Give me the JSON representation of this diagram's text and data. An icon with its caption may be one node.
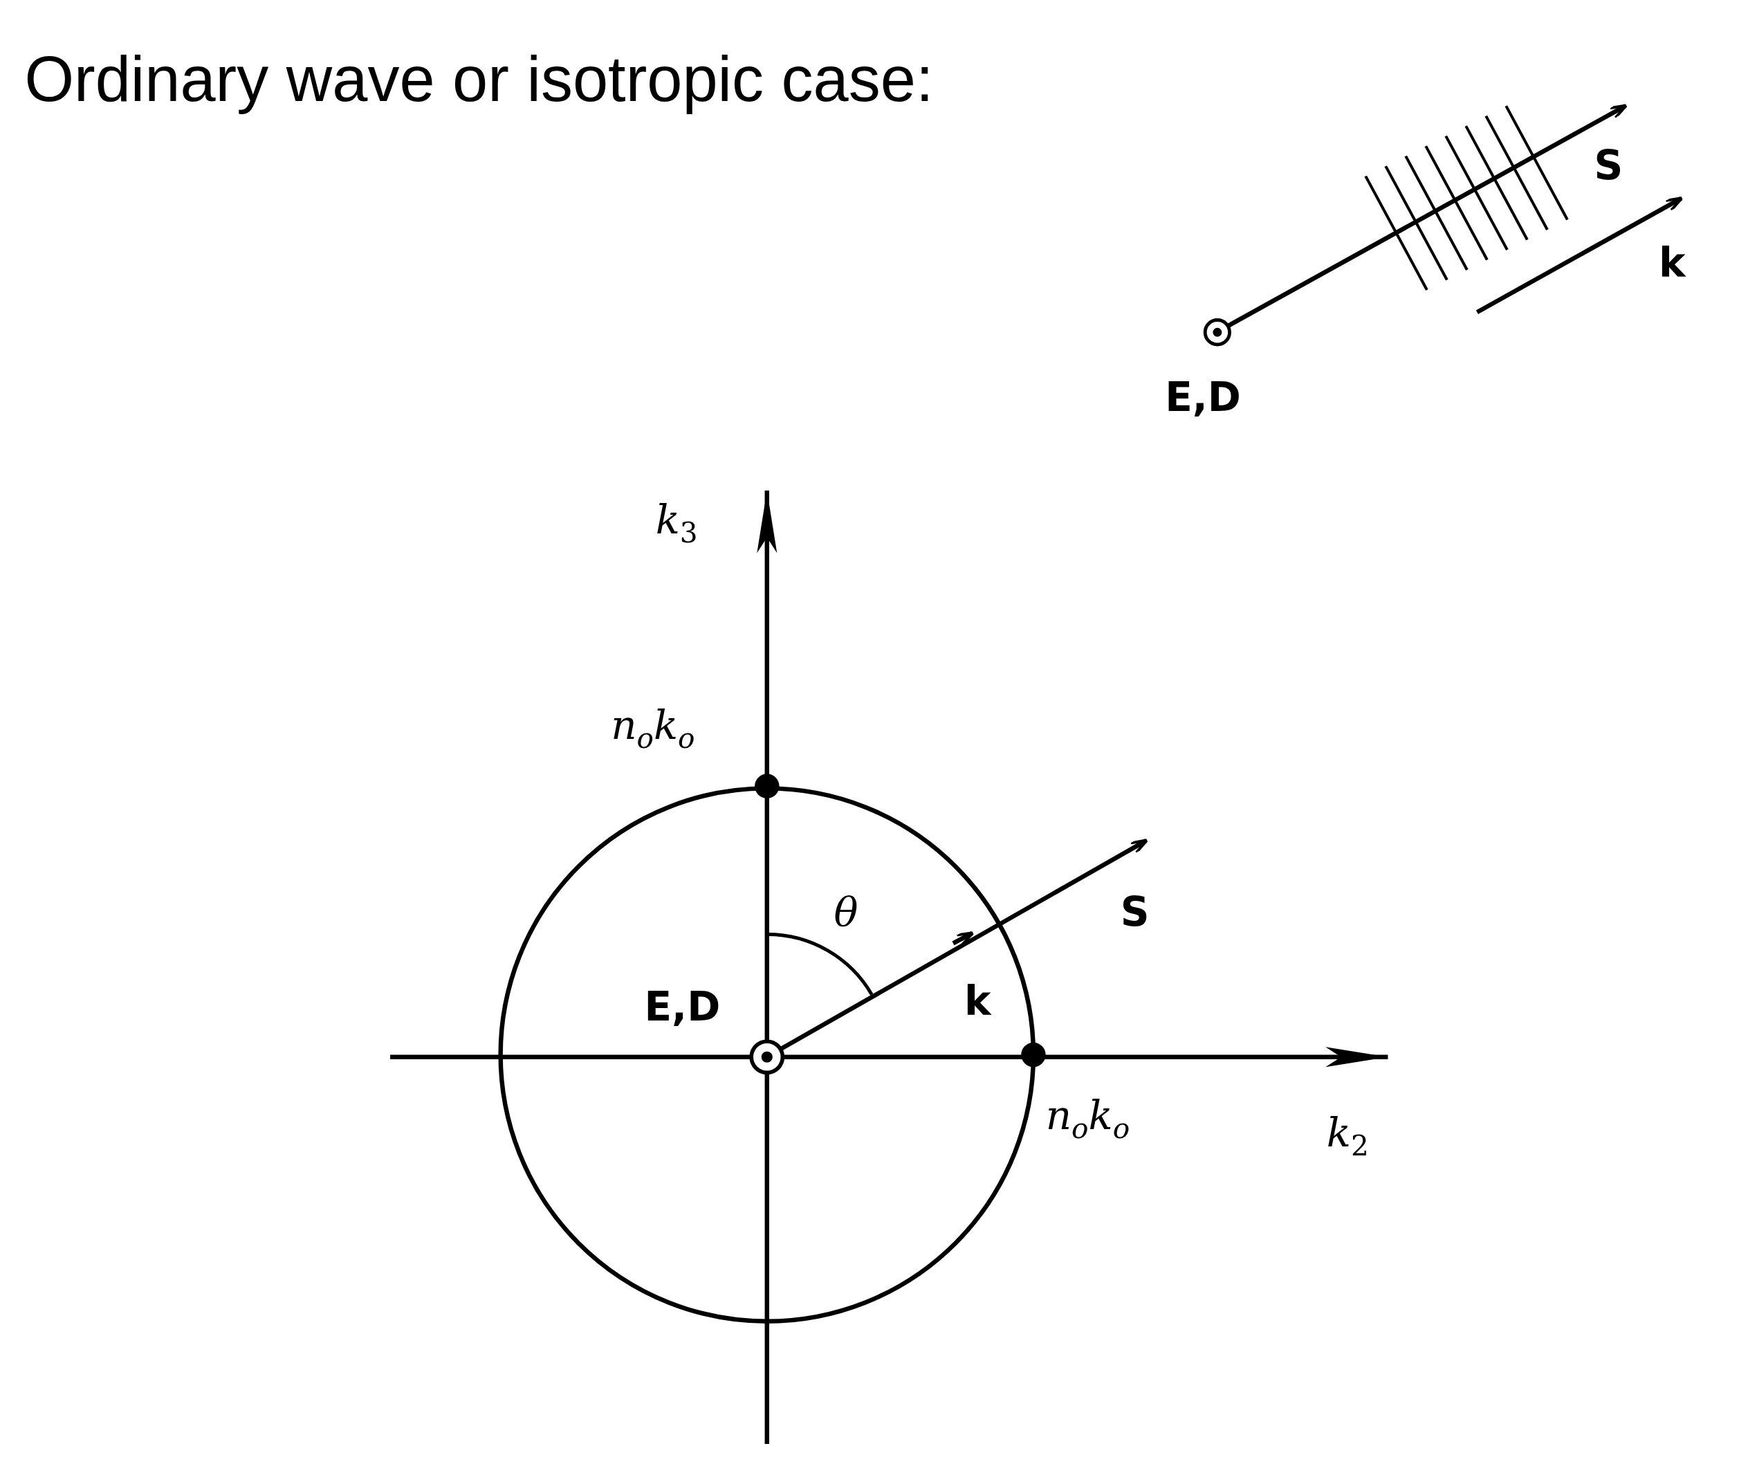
{
  "diagram": {
    "title": "Ordinary wave or isotropic case:",
    "labels": [
      "S",
      "k",
      "E,D",
      "*k*$_{3}$",
      "n$_{o}$k$_{o}$",
      "θ",
      "S",
      "E,D",
      "k",
      "n$_{o}$k$_{o}$",
      "*k*$_{2}$"
    ]
  }
}
